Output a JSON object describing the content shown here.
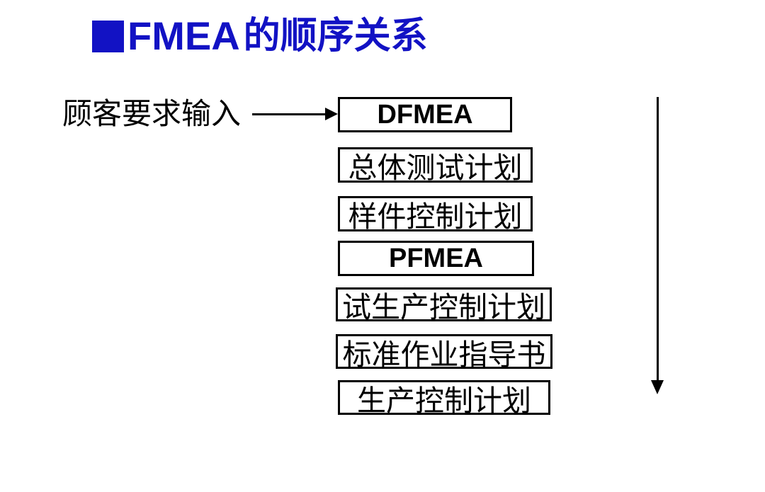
{
  "title": {
    "latin": "FMEA",
    "cjk": "的顺序关系",
    "bullet": "square-bullet",
    "color": "#1212c4"
  },
  "flow": {
    "input_label": "顾客要求输入",
    "boxes": [
      {
        "label": "DFMEA",
        "style": "latin"
      },
      {
        "label": "总体测试计划",
        "style": "cjk"
      },
      {
        "label": "样件控制计划",
        "style": "cjk"
      },
      {
        "label": "PFMEA",
        "style": "latin"
      },
      {
        "label": "试生产控制计划",
        "style": "cjk"
      },
      {
        "label": "标准作业指导书",
        "style": "cjk"
      },
      {
        "label": "生产控制计划",
        "style": "cjk"
      }
    ],
    "arrows": {
      "input_arrow": "right-arrow",
      "sequence_arrow": "down-arrow"
    }
  },
  "colors": {
    "title_blue": "#1212c4",
    "line_black": "#000000",
    "background": "#ffffff"
  }
}
